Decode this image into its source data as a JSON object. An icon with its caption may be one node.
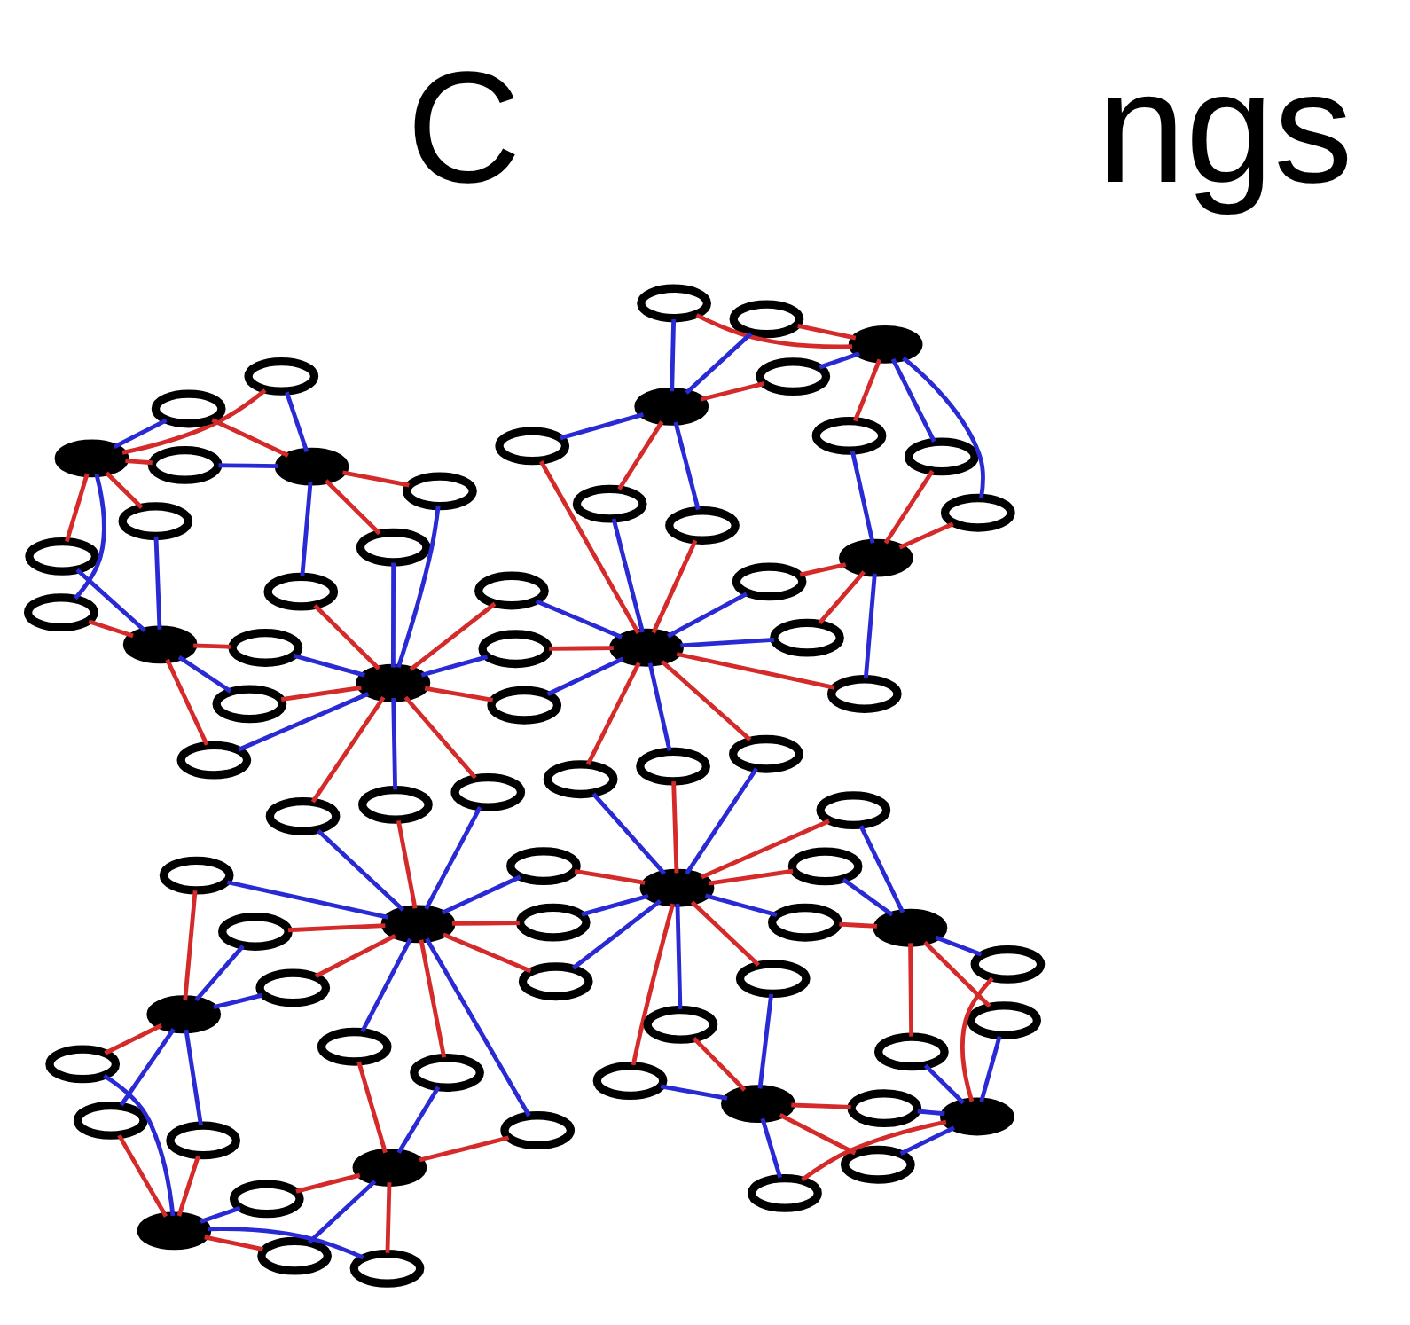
{
  "diagram": {
    "nodes": [
      {
        "text": [],
        "shape": "dumbbell"
      },
      {
        "text": [],
        "shape": "dumbbell"
      },
      {
        "text": [],
        "shape": "dumbbell"
      },
      {
        "text": [],
        "shape": "dumbbell"
      },
      {
        "text": [],
        "shape": "dumbbell"
      },
      {
        "text": [],
        "shape": "dumbbell"
      },
      {
        "text": [],
        "shape": "dumbbell"
      },
      {
        "text": [],
        "shape": "dumbbell"
      },
      {
        "text": [],
        "shape": "dumbbell"
      },
      {
        "text": [],
        "shape": "dumbbell"
      },
      {
        "text": [],
        "shape": "dumbbell"
      },
      {
        "text": [],
        "shape": "dumbbell"
      },
      {
        "text": [],
        "shape": "dumbbell"
      },
      {
        "text": [],
        "shape": "dumbbell"
      },
      {
        "text": [],
        "shape": "dumbbell"
      },
      {
        "text": [],
        "shape": "dumbbell"
      },
      {
        "text": [],
        "shape": "dumbbell"
      },
      {
        "text": [],
        "shape": "dumbbell"
      },
      {
        "text": [],
        "shape": "dumbbell"
      },
      {
        "text": [],
        "shape": "dumbbell"
      },
      {
        "text": [],
        "shape": "dumbbell"
      },
      {
        "text": [],
        "shape": "dumbbell"
      },
      {
        "text": [],
        "shape": "dumbbell"
      },
      {
        "text": [],
        "shape": "dumbbell"
      },
      {
        "text": [],
        "shape": "dumbbell"
      },
      {
        "text": [],
        "shape": "dumbbell"
      },
      {
        "text": [],
        "shape": "dumbbell"
      },
      {
        "text": [],
        "shape": "dumbbell"
      },
      {
        "text": [],
        "shape": "dumbbell"
      },
      {
        "text": [],
        "shape": "dumbbell"
      },
      {
        "text": [],
        "shape": "dumbbell"
      },
      {
        "text": [],
        "shape": "dumbbell"
      },
      {
        "text": [],
        "shape": "dumbbell"
      },
      {
        "text": [],
        "shape": "dumbbell"
      },
      {
        "text": [],
        "shape": "dumbbell"
      },
      {
        "text": [],
        "shape": "dumbbell"
      },
      {
        "text": [],
        "shape": "dumbbell"
      },
      {
        "text": [],
        "shape": "dumbbell"
      },
      {
        "text": [],
        "shape": "dumbbell"
      },
      {
        "text": [],
        "shape": "dumbbell"
      },
      {
        "text": [],
        "shape": "dumbbell"
      },
      {
        "text": [],
        "shape": "dumbbell"
      },
      {
        "text": [],
        "shape": "dumbbell"
      },
      {
        "text": [],
        "shape": "dumbbell"
      },
      {
        "text": [],
        "shape": "dumbbell"
      },
      {
        "text": [],
        "shape": "dumbbell"
      },
      {
        "text": [],
        "shape": "dumbbell"
      },
      {
        "text": [],
        "shape": "dumbbell"
      },
      {
        "text": [],
        "shape": "dumbbell"
      },
      {
        "text": [],
        "shape": "dumbbell"
      },
      {
        "text": [],
        "shape": "dumbbell"
      },
      {
        "text": [],
        "shape": "dumbbell"
      },
      {
        "text": [],
        "shape": "dumbbell"
      },
      {
        "text": [],
        "shape": "dumbbell"
      },
      {
        "text": [],
        "shape": "dumbbell"
      },
      {
        "text": [],
        "shape": "dumbbell"
      },
      {
        "text": [],
        "shape": "dumbbell"
      },
      {
        "text": [],
        "shape": "dumbbell"
      },
      {
        "text": [],
        "shape": "dumbbell"
      },
      {
        "text": [],
        "shape": "dumbbell"
      },
      {
        "text": [],
        "shape": "dumbbell"
      },
      {
        "text": [],
        "shape": "dumbbell"
      },
      {
        "text": [],
        "shape": "dumbbell"
      },
      {
        "text": [],
        "shape": "dumbbell"
      },
      {
        "text": [],
        "shape": "dumbbell"
      },
      {
        "text": [],
        "shape": "dumbbell"
      },
      {
        "text": [],
        "shape": "dumbbell"
      },
      {
        "text": [],
        "shape": "dumbbell"
      },
      {
        "text": [],
        "shape": "dumbbell"
      },
      {
        "text": [],
        "shape": "dumbbell"
      },
      {
        "text": [],
        "shape": "dumbbell"
      },
      {
        "text": [],
        "shape": "dumbbell"
      },
      {
        "text": [],
        "shape": "dumbbell"
      },
      {
        "text": [],
        "shape": "dumbbell"
      },
      {
        "text": [],
        "shape": "dumbbell"
      },
      {
        "text": [],
        "shape": "dumbbell"
      }
    ],
    "edges": [
      {
        "from": 0,
        "to": 16,
        "arrow": "none"
      },
      {
        "from": 1,
        "to": 16,
        "arrow": "none",
        "color": "#2a2ad4"
      },
      {
        "from": 0,
        "to": 17,
        "arrow": "none"
      },
      {
        "from": 1,
        "to": 17,
        "arrow": "none",
        "color": "#2a2ad4"
      },
      {
        "from": 0,
        "to": 18,
        "arrow": "none",
        "color": "#2a2ad4"
      },
      {
        "from": 1,
        "to": 18,
        "arrow": "none"
      },
      {
        "from": 0,
        "to": 19,
        "arrow": "none"
      },
      {
        "from": 4,
        "to": 19,
        "arrow": "none",
        "color": "#2a2ad4"
      },
      {
        "from": 0,
        "to": 20,
        "arrow": "none"
      },
      {
        "from": 4,
        "to": 20,
        "arrow": "none",
        "color": "#2a2ad4"
      },
      {
        "from": 0,
        "to": 21,
        "arrow": "none",
        "color": "#2a2ad4"
      },
      {
        "from": 4,
        "to": 21,
        "arrow": "none"
      },
      {
        "from": 1,
        "to": 22,
        "arrow": "none"
      },
      {
        "from": 5,
        "to": 22,
        "arrow": "none",
        "color": "#2a2ad4"
      },
      {
        "from": 1,
        "to": 23,
        "arrow": "none"
      },
      {
        "from": 5,
        "to": 23,
        "arrow": "none",
        "color": "#2a2ad4"
      },
      {
        "from": 1,
        "to": 24,
        "arrow": "none",
        "color": "#2a2ad4"
      },
      {
        "from": 5,
        "to": 24,
        "arrow": "none"
      },
      {
        "from": 4,
        "to": 25,
        "arrow": "none"
      },
      {
        "from": 5,
        "to": 25,
        "arrow": "none",
        "color": "#2a2ad4"
      },
      {
        "from": 4,
        "to": 26,
        "arrow": "none"
      },
      {
        "from": 5,
        "to": 26,
        "arrow": "none",
        "color": "#2a2ad4"
      },
      {
        "from": 4,
        "to": 27,
        "arrow": "none",
        "color": "#2a2ad4"
      },
      {
        "from": 5,
        "to": 27,
        "arrow": "none"
      },
      {
        "from": 2,
        "to": 28,
        "arrow": "none"
      },
      {
        "from": 3,
        "to": 28,
        "arrow": "none",
        "color": "#2a2ad4"
      },
      {
        "from": 2,
        "to": 29,
        "arrow": "none"
      },
      {
        "from": 3,
        "to": 29,
        "arrow": "none",
        "color": "#2a2ad4"
      },
      {
        "from": 2,
        "to": 30,
        "arrow": "none",
        "color": "#2a2ad4"
      },
      {
        "from": 3,
        "to": 30,
        "arrow": "none"
      },
      {
        "from": 2,
        "to": 31,
        "arrow": "none"
      },
      {
        "from": 6,
        "to": 31,
        "arrow": "none",
        "color": "#2a2ad4"
      },
      {
        "from": 2,
        "to": 32,
        "arrow": "none"
      },
      {
        "from": 6,
        "to": 32,
        "arrow": "none",
        "color": "#2a2ad4"
      },
      {
        "from": 2,
        "to": 33,
        "arrow": "none",
        "color": "#2a2ad4"
      },
      {
        "from": 6,
        "to": 33,
        "arrow": "none"
      },
      {
        "from": 3,
        "to": 34,
        "arrow": "none"
      },
      {
        "from": 7,
        "to": 34,
        "arrow": "none",
        "color": "#2a2ad4"
      },
      {
        "from": 3,
        "to": 35,
        "arrow": "none"
      },
      {
        "from": 7,
        "to": 35,
        "arrow": "none",
        "color": "#2a2ad4"
      },
      {
        "from": 3,
        "to": 36,
        "arrow": "none",
        "color": "#2a2ad4"
      },
      {
        "from": 7,
        "to": 36,
        "arrow": "none"
      },
      {
        "from": 6,
        "to": 37,
        "arrow": "none"
      },
      {
        "from": 7,
        "to": 37,
        "arrow": "none",
        "color": "#2a2ad4"
      },
      {
        "from": 6,
        "to": 38,
        "arrow": "none"
      },
      {
        "from": 7,
        "to": 38,
        "arrow": "none",
        "color": "#2a2ad4"
      },
      {
        "from": 6,
        "to": 39,
        "arrow": "none",
        "color": "#2a2ad4"
      },
      {
        "from": 7,
        "to": 39,
        "arrow": "none"
      },
      {
        "from": 5,
        "to": 40,
        "arrow": "none"
      },
      {
        "from": 6,
        "to": 40,
        "arrow": "none",
        "color": "#2a2ad4"
      },
      {
        "from": 5,
        "to": 41,
        "arrow": "none"
      },
      {
        "from": 6,
        "to": 41,
        "arrow": "none",
        "color": "#2a2ad4"
      },
      {
        "from": 5,
        "to": 42,
        "arrow": "none",
        "color": "#2a2ad4"
      },
      {
        "from": 6,
        "to": 42,
        "arrow": "none"
      },
      {
        "from": 5,
        "to": 43,
        "arrow": "none"
      },
      {
        "from": 9,
        "to": 43,
        "arrow": "none",
        "color": "#2a2ad4"
      },
      {
        "from": 5,
        "to": 44,
        "arrow": "none"
      },
      {
        "from": 9,
        "to": 44,
        "arrow": "none",
        "color": "#2a2ad4"
      },
      {
        "from": 5,
        "to": 45,
        "arrow": "none",
        "color": "#2a2ad4"
      },
      {
        "from": 9,
        "to": 45,
        "arrow": "none"
      },
      {
        "from": 6,
        "to": 46,
        "arrow": "none"
      },
      {
        "from": 10,
        "to": 46,
        "arrow": "none",
        "color": "#2a2ad4"
      },
      {
        "from": 6,
        "to": 47,
        "arrow": "none"
      },
      {
        "from": 10,
        "to": 47,
        "arrow": "none",
        "color": "#2a2ad4"
      },
      {
        "from": 6,
        "to": 48,
        "arrow": "none",
        "color": "#2a2ad4"
      },
      {
        "from": 10,
        "to": 48,
        "arrow": "none"
      },
      {
        "from": 9,
        "to": 49,
        "arrow": "none"
      },
      {
        "from": 10,
        "to": 49,
        "arrow": "none",
        "color": "#2a2ad4"
      },
      {
        "from": 9,
        "to": 50,
        "arrow": "none"
      },
      {
        "from": 10,
        "to": 50,
        "arrow": "none",
        "color": "#2a2ad4"
      },
      {
        "from": 9,
        "to": 51,
        "arrow": "none",
        "color": "#2a2ad4"
      },
      {
        "from": 10,
        "to": 51,
        "arrow": "none"
      },
      {
        "from": 8,
        "to": 52,
        "arrow": "none"
      },
      {
        "from": 9,
        "to": 52,
        "arrow": "none",
        "color": "#2a2ad4"
      },
      {
        "from": 8,
        "to": 53,
        "arrow": "none"
      },
      {
        "from": 9,
        "to": 53,
        "arrow": "none",
        "color": "#2a2ad4"
      },
      {
        "from": 8,
        "to": 54,
        "arrow": "none",
        "color": "#2a2ad4"
      },
      {
        "from": 9,
        "to": 54,
        "arrow": "none"
      },
      {
        "from": 8,
        "to": 55,
        "arrow": "none"
      },
      {
        "from": 12,
        "to": 55,
        "arrow": "none",
        "color": "#2a2ad4"
      },
      {
        "from": 8,
        "to": 56,
        "arrow": "none"
      },
      {
        "from": 12,
        "to": 56,
        "arrow": "none",
        "color": "#2a2ad4"
      },
      {
        "from": 8,
        "to": 57,
        "arrow": "none",
        "color": "#2a2ad4"
      },
      {
        "from": 12,
        "to": 57,
        "arrow": "none"
      },
      {
        "from": 9,
        "to": 58,
        "arrow": "none"
      },
      {
        "from": 13,
        "to": 58,
        "arrow": "none",
        "color": "#2a2ad4"
      },
      {
        "from": 9,
        "to": 59,
        "arrow": "none"
      },
      {
        "from": 13,
        "to": 59,
        "arrow": "none",
        "color": "#2a2ad4"
      },
      {
        "from": 9,
        "to": 60,
        "arrow": "none",
        "color": "#2a2ad4"
      },
      {
        "from": 13,
        "to": 60,
        "arrow": "none"
      },
      {
        "from": 12,
        "to": 61,
        "arrow": "none"
      },
      {
        "from": 13,
        "to": 61,
        "arrow": "none",
        "color": "#2a2ad4"
      },
      {
        "from": 12,
        "to": 62,
        "arrow": "none"
      },
      {
        "from": 13,
        "to": 62,
        "arrow": "none",
        "color": "#2a2ad4"
      },
      {
        "from": 12,
        "to": 63,
        "arrow": "none",
        "color": "#2a2ad4"
      },
      {
        "from": 13,
        "to": 63,
        "arrow": "none"
      },
      {
        "from": 10,
        "to": 64,
        "arrow": "none"
      },
      {
        "from": 11,
        "to": 64,
        "arrow": "none",
        "color": "#2a2ad4"
      },
      {
        "from": 10,
        "to": 65,
        "arrow": "none"
      },
      {
        "from": 11,
        "to": 65,
        "arrow": "none",
        "color": "#2a2ad4"
      },
      {
        "from": 10,
        "to": 66,
        "arrow": "none",
        "color": "#2a2ad4"
      },
      {
        "from": 11,
        "to": 66,
        "arrow": "none"
      },
      {
        "from": 10,
        "to": 67,
        "arrow": "none"
      },
      {
        "from": 14,
        "to": 67,
        "arrow": "none",
        "color": "#2a2ad4"
      },
      {
        "from": 10,
        "to": 68,
        "arrow": "none"
      },
      {
        "from": 14,
        "to": 68,
        "arrow": "none",
        "color": "#2a2ad4"
      },
      {
        "from": 10,
        "to": 69,
        "arrow": "none",
        "color": "#2a2ad4"
      },
      {
        "from": 14,
        "to": 69,
        "arrow": "none"
      },
      {
        "from": 11,
        "to": 70,
        "arrow": "none"
      },
      {
        "from": 15,
        "to": 70,
        "arrow": "none",
        "color": "#2a2ad4"
      },
      {
        "from": 11,
        "to": 71,
        "arrow": "none"
      },
      {
        "from": 15,
        "to": 71,
        "arrow": "none",
        "color": "#2a2ad4"
      },
      {
        "from": 11,
        "to": 72,
        "arrow": "none",
        "color": "#2a2ad4"
      },
      {
        "from": 15,
        "to": 72,
        "arrow": "none"
      },
      {
        "from": 14,
        "to": 73,
        "arrow": "none"
      },
      {
        "from": 15,
        "to": 73,
        "arrow": "none",
        "color": "#2a2ad4"
      },
      {
        "from": 14,
        "to": 74,
        "arrow": "none"
      },
      {
        "from": 15,
        "to": 74,
        "arrow": "none",
        "color": "#2a2ad4"
      },
      {
        "from": 14,
        "to": 75,
        "arrow": "none",
        "color": "#2a2ad4"
      },
      {
        "from": 15,
        "to": 75,
        "arrow": "none"
      }
    ],
    "labels": [
      "ngs",
      "C"
    ]
  }
}
